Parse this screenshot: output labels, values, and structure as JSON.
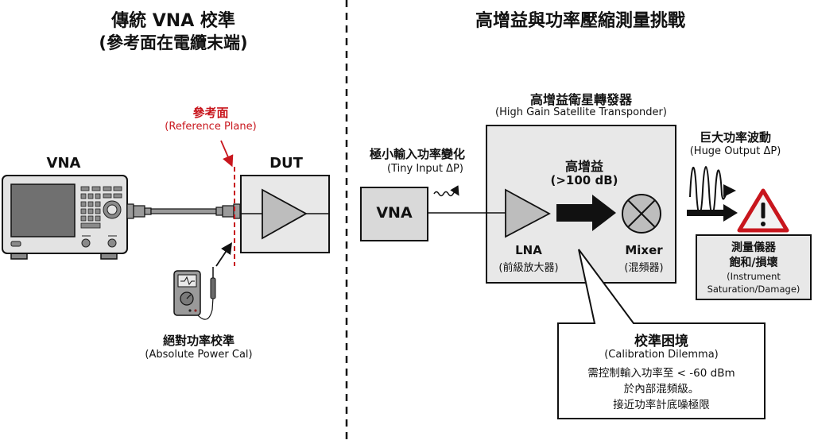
{
  "left_panel": {
    "title": "傳統 VNA 校準",
    "subtitle": "(參考面在電纜末端)",
    "vna_label": "VNA",
    "dut_label": "DUT",
    "reference_plane": {
      "label_zh": "參考面",
      "label_en": "(Reference Plane)",
      "color": "#c8161d"
    },
    "power_cal": {
      "label_zh": "絕對功率校準",
      "label_en": "(Absolute Power Cal)"
    }
  },
  "right_panel": {
    "title": "高增益與功率壓縮測量挑戰",
    "input": {
      "label_zh": "極小輸入功率變化",
      "label_en": "(Tiny Input ΔP)"
    },
    "vna_label": "VNA",
    "transponder": {
      "label_zh": "高增益衛星轉發器",
      "label_en": "(High Gain Satellite Transponder)",
      "gain_zh": "高增益",
      "gain_en": "(>100 dB)",
      "lna_label": "LNA",
      "lna_zh": "(前級放大器)",
      "mixer_label": "Mixer",
      "mixer_zh": "(混頻器)"
    },
    "output": {
      "label_zh": "巨大功率波動",
      "label_en": "(Huge Output ΔP)"
    },
    "warning_box": {
      "line1": "測量儀器",
      "line2": "飽和/損壞",
      "line3": "(Instrument",
      "line4": "Saturation/Damage)"
    },
    "dilemma": {
      "title": "校準困境",
      "subtitle": "(Calibration Dilemma)",
      "line1": "需控制輸入功率至 < -60 dBm",
      "line2": "於內部混頻級。",
      "line3": "接近功率計底噪極限"
    }
  },
  "colors": {
    "warning_red": "#c8161d",
    "box_fill": "#d9d9d9",
    "panel_fill": "#e8e8e8"
  }
}
